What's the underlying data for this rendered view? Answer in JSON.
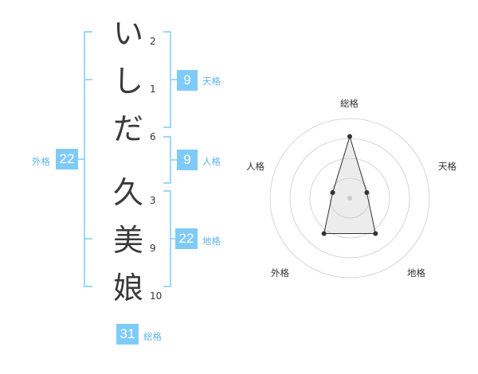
{
  "colors": {
    "accent": "#7fcbf8",
    "label": "#5fb5e8",
    "text": "#333333"
  },
  "name": {
    "chars": [
      {
        "char": "い",
        "strokes": "2"
      },
      {
        "char": "し",
        "strokes": "1"
      },
      {
        "char": "だ",
        "strokes": "6"
      },
      {
        "char": "久",
        "strokes": "3"
      },
      {
        "char": "美",
        "strokes": "9"
      },
      {
        "char": "娘",
        "strokes": "10"
      }
    ]
  },
  "kakusu": {
    "tenkaku": {
      "value": "9",
      "label": "天格"
    },
    "jinkaku": {
      "value": "9",
      "label": "人格"
    },
    "chikaku": {
      "value": "22",
      "label": "地格"
    },
    "gaikaku": {
      "value": "22",
      "label": "外格"
    },
    "soukaku": {
      "value": "31",
      "label": "総格"
    }
  },
  "chart_data": {
    "type": "radar",
    "axes": [
      "総格",
      "天格",
      "地格",
      "外格",
      "人格"
    ],
    "values": [
      31,
      9,
      22,
      22,
      9
    ],
    "rings": 4
  }
}
